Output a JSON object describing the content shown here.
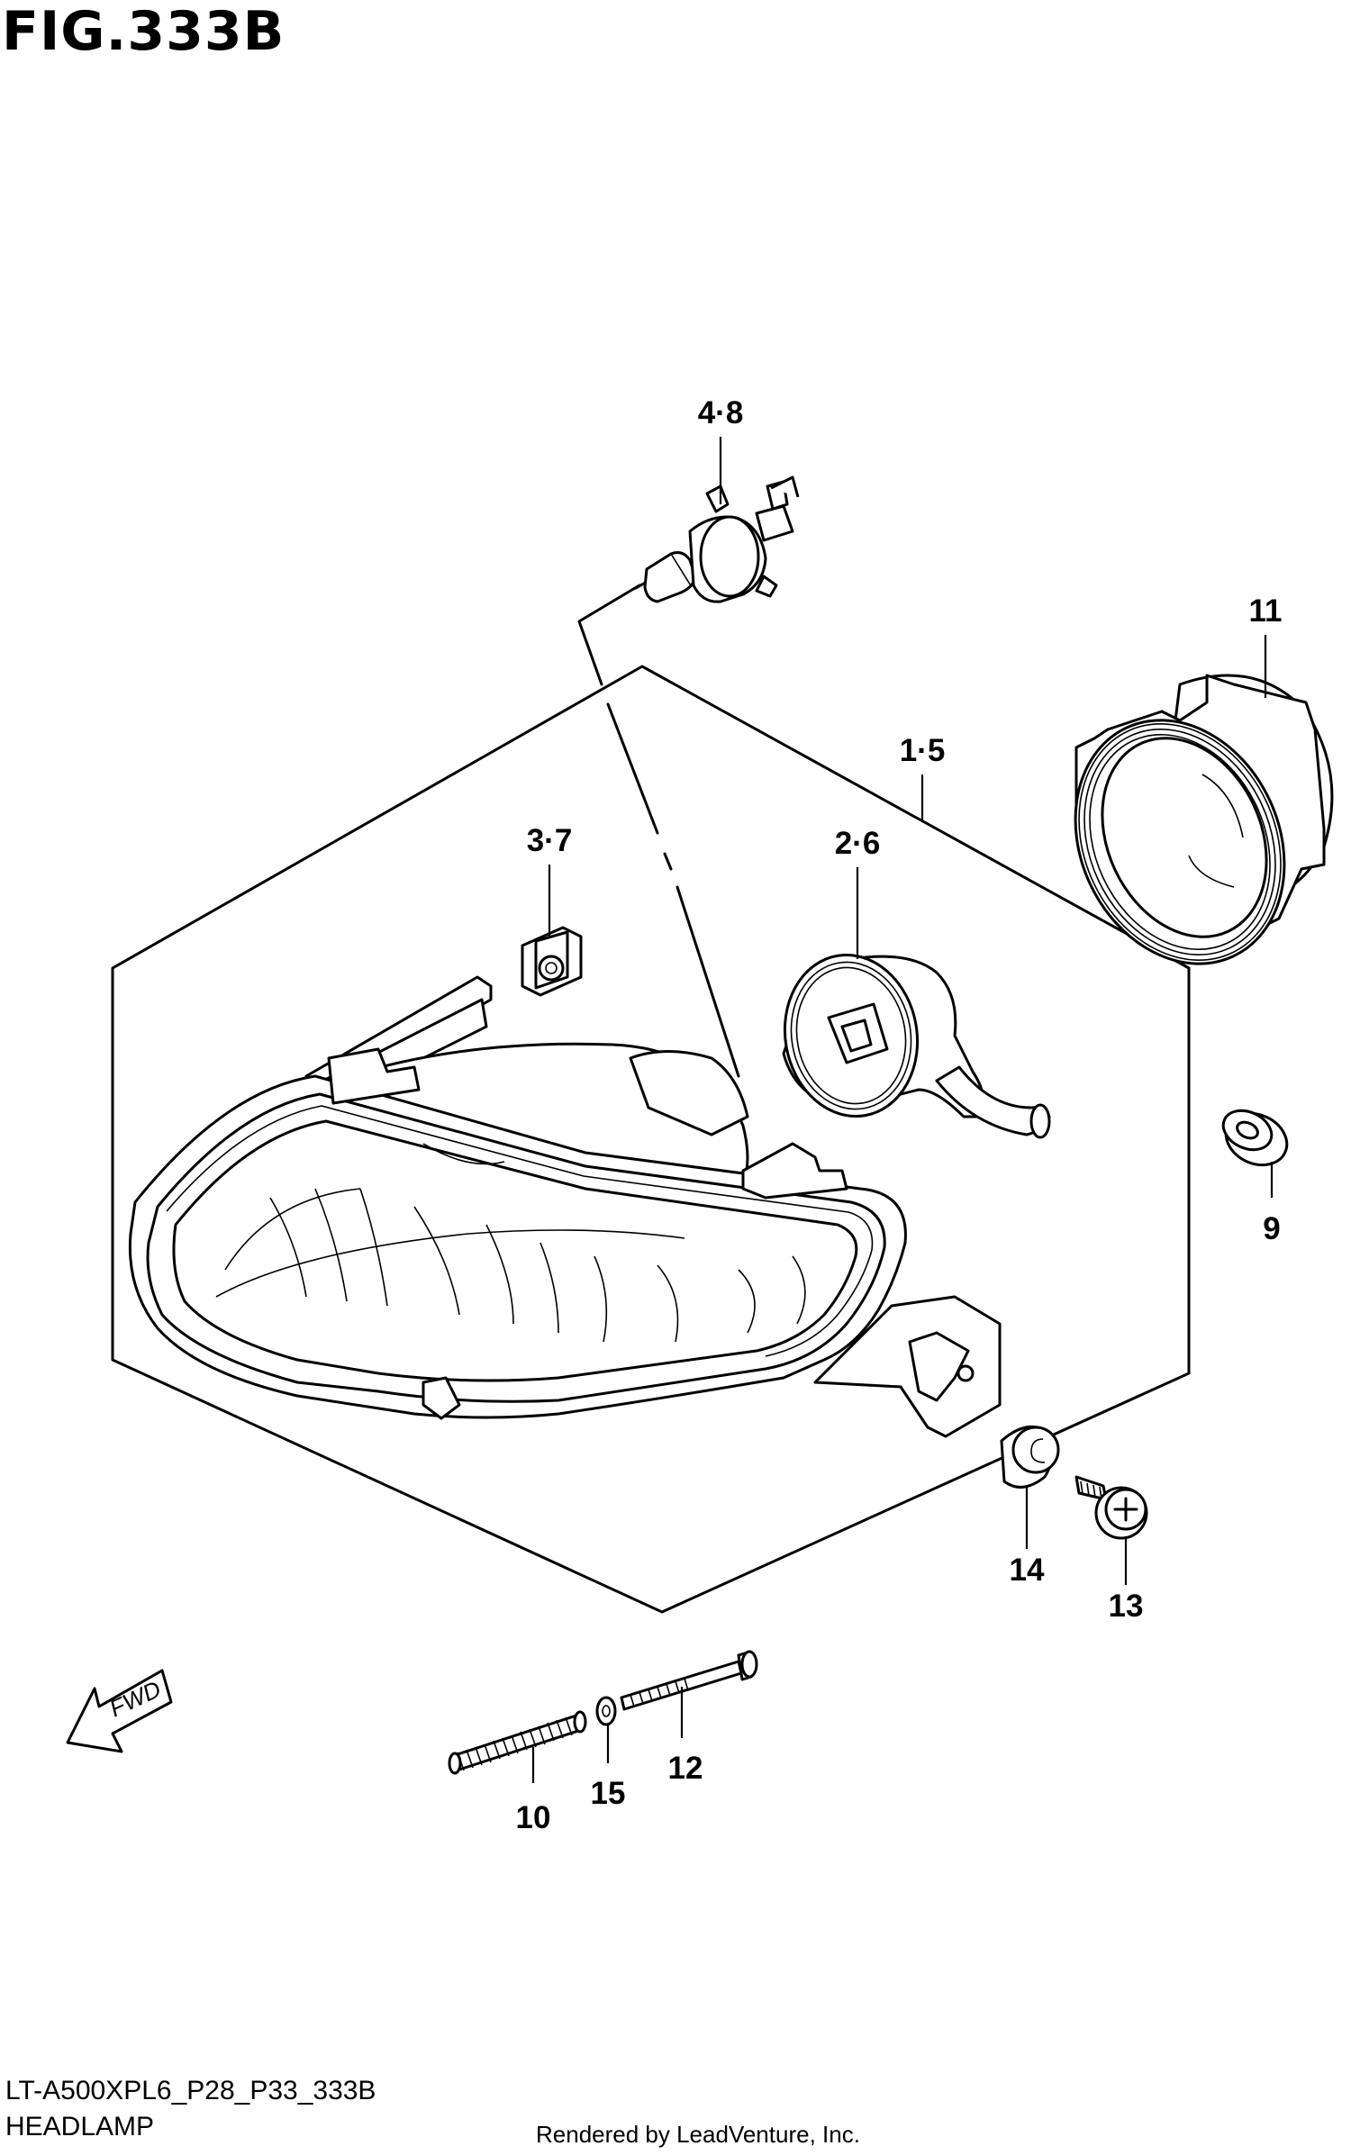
{
  "figure": {
    "title": "FIG.333B",
    "model_code": "LT-A500XPL6_P28_P33_333B",
    "section_name": "HEADLAMP",
    "credit": "Rendered by LeadVenture, Inc.",
    "direction_label": "FWD"
  },
  "callouts": [
    {
      "id": "c-4-8",
      "label": "4·8",
      "part": "bulb"
    },
    {
      "id": "c-11",
      "label": "11",
      "part": "bulb-cover"
    },
    {
      "id": "c-1-5",
      "label": "1·5",
      "part": "headlamp-assembly"
    },
    {
      "id": "c-2-6",
      "label": "2·6",
      "part": "socket"
    },
    {
      "id": "c-3-7",
      "label": "3·7",
      "part": "clip-nut"
    },
    {
      "id": "c-9",
      "label": "9",
      "part": "grommet"
    },
    {
      "id": "c-14",
      "label": "14",
      "part": "cushion"
    },
    {
      "id": "c-13",
      "label": "13",
      "part": "screw"
    },
    {
      "id": "c-10",
      "label": "10",
      "part": "spring"
    },
    {
      "id": "c-15",
      "label": "15",
      "part": "washer"
    },
    {
      "id": "c-12",
      "label": "12",
      "part": "adjusting-screw"
    }
  ]
}
